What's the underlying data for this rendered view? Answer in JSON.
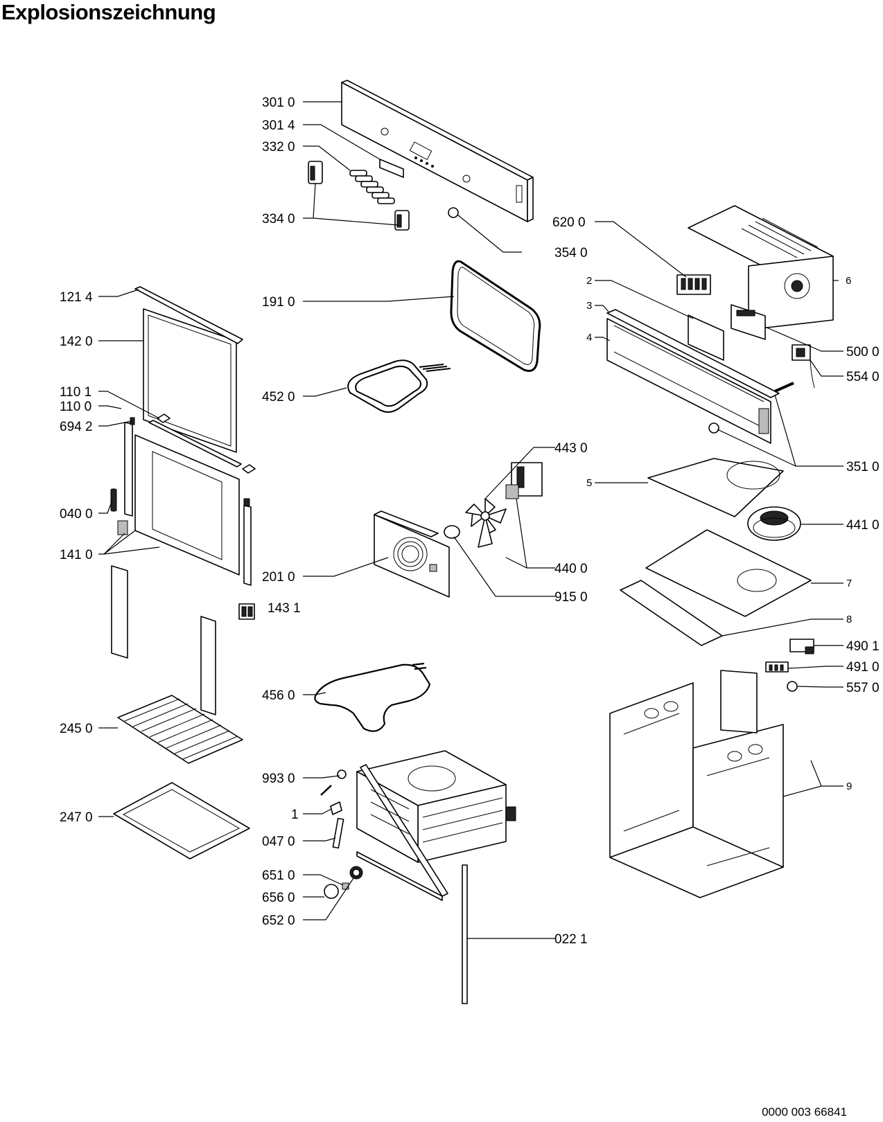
{
  "title": "Explosionszeichnung",
  "document_number": "0000 003 66841",
  "labels": {
    "l3010": "301 0",
    "l3014": "301 4",
    "l3320": "332 0",
    "l3340": "334 0",
    "l3540": "354 0",
    "l6200": "620 0",
    "l2": "2",
    "l6": "6",
    "l3": "3",
    "l4": "4",
    "l5000": "500 0",
    "l5540": "554 0",
    "l3510": "351 0",
    "l5": "5",
    "l4410": "441 0",
    "l7": "7",
    "l8": "8",
    "l4901": "490 1",
    "l4910": "491 0",
    "l5570": "557 0",
    "l9": "9",
    "l1214": "121 4",
    "l1420": "142 0",
    "l1101": "110 1",
    "l1100": "110 0",
    "l6942": "694 2",
    "l0400": "040 0",
    "l1410": "141 0",
    "l1431": "143 1",
    "l2450": "245 0",
    "l2470": "247 0",
    "l1910": "191 0",
    "l4520": "452 0",
    "l4430": "443 0",
    "l4400": "440 0",
    "l9150": "915 0",
    "l2010": "201 0",
    "l4560": "456 0",
    "l9930": "993 0",
    "l1": "1",
    "l0470": "047 0",
    "l6510": "651 0",
    "l6560": "656 0",
    "l6520": "652 0",
    "l0221": "022 1"
  }
}
